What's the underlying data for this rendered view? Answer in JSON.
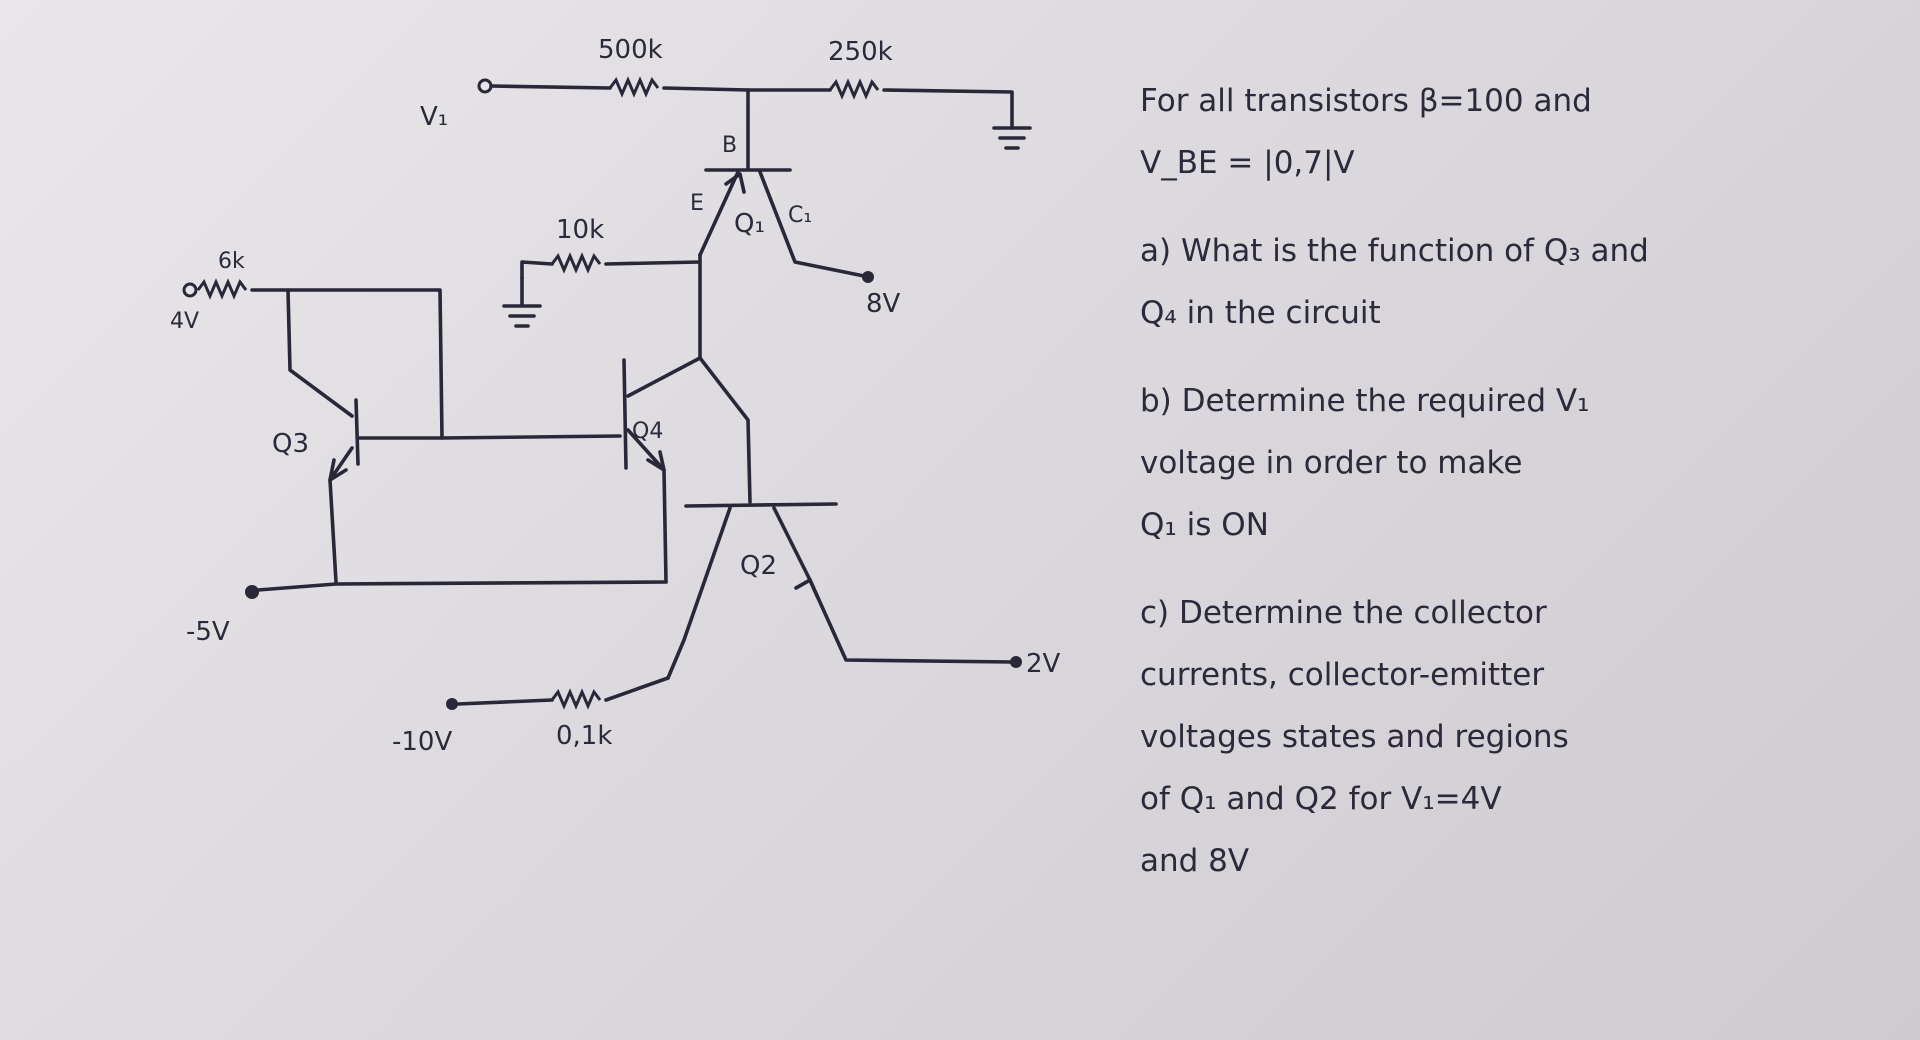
{
  "circuit": {
    "labels": {
      "v1": "V₁",
      "r500k": "500k",
      "r250k": "250k",
      "b": "B",
      "e": "E",
      "c1": "C₁",
      "q1": "Q₁",
      "v8": "8V",
      "r10k": "10k",
      "r6k": "6k",
      "v4": "4V",
      "q3": "Q3",
      "q4": "Q4",
      "q2": "Q2",
      "vminus5": "-5V",
      "vminus10": "-10V",
      "r01k": "0,1k",
      "v2": "2V"
    }
  },
  "notes": {
    "given_line1": "For all transistors β=100 and",
    "given_line2": "V_BE = |0,7|V",
    "qa_line1": "a) What is the function of Q₃ and",
    "qa_line2": "Q₄ in the circuit",
    "qb_line1": "b) Determine the required V₁",
    "qb_line2": "voltage in order to make",
    "qb_line3": "Q₁ is ON",
    "qc_line1": "c) Determine the collector",
    "qc_line2": "currents, collector-emitter",
    "qc_line3": "voltages states and regions",
    "qc_line4": "of Q₁ and Q2 for V₁=4V",
    "qc_line5": "and 8V"
  }
}
